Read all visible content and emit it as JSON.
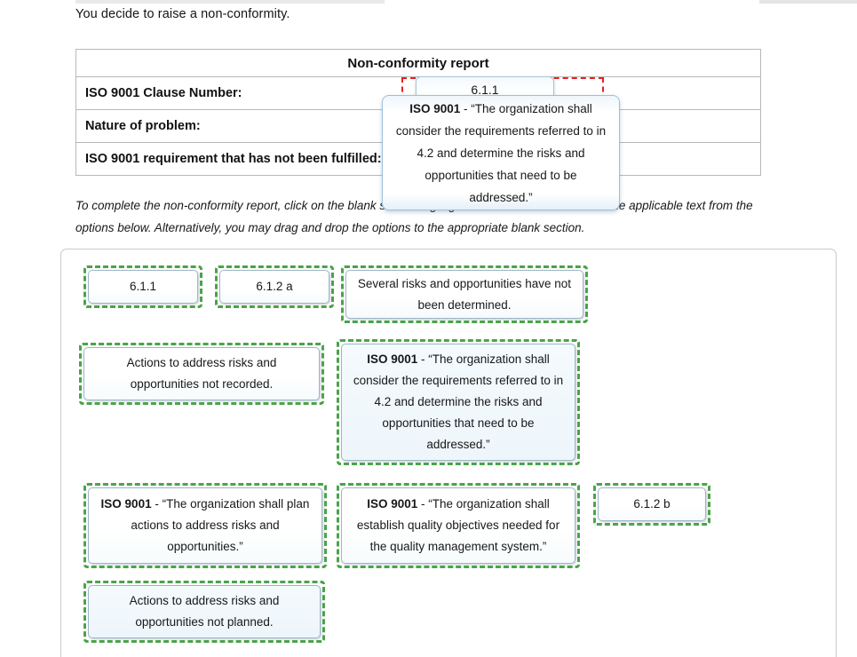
{
  "intro": {
    "text": "You decide to raise a non-conformity."
  },
  "report": {
    "title": "Non-conformity report",
    "rows": [
      {
        "label": "ISO 9001 Clause Number:"
      },
      {
        "label": "Nature of problem:"
      },
      {
        "label": "ISO 9001 requirement that has not been fulfilled:"
      }
    ]
  },
  "drop_zone": {
    "color": "#e8201c"
  },
  "proxy_card": {
    "text": "6.1.1"
  },
  "drag_card": {
    "strong": "ISO 9001",
    "text": " - “The organization shall consider the requirements referred to in 4.2 and determine the risks and opportunities that need to be addressed.”"
  },
  "instructions": {
    "text": "To complete the non-conformity report, click on the blank section highlighted in red and then click on the applicable text from the options below. Alternatively, you may drag and drop the options to the appropriate blank section."
  },
  "options": {
    "highlight_color": "#4aa34a",
    "items": [
      {
        "id": "opt-611",
        "strong": "",
        "text": "6.1.1"
      },
      {
        "id": "opt-612a",
        "strong": "",
        "text": "6.1.2 a"
      },
      {
        "id": "opt-risks-not-det",
        "strong": "",
        "text": "Several risks and opportunities have not been determined."
      },
      {
        "id": "opt-not-recorded",
        "strong": "",
        "text": "Actions to address risks and opportunities not recorded."
      },
      {
        "id": "opt-iso-consider",
        "strong": "ISO 9001",
        "text": " - “The organization shall consider the requirements referred to in 4.2 and determine the risks and opportunities that need to be addressed.”"
      },
      {
        "id": "opt-iso-plan",
        "strong": "ISO 9001",
        "text": " - “The organization shall plan actions to address risks and opportunities.”"
      },
      {
        "id": "opt-iso-establish",
        "strong": "ISO 9001",
        "text": " - “The organization shall establish quality objectives needed for the quality management system.”"
      },
      {
        "id": "opt-612b",
        "strong": "",
        "text": "6.1.2 b"
      },
      {
        "id": "opt-not-planned",
        "strong": "",
        "text": "Actions to address risks and opportunities not planned."
      }
    ]
  }
}
